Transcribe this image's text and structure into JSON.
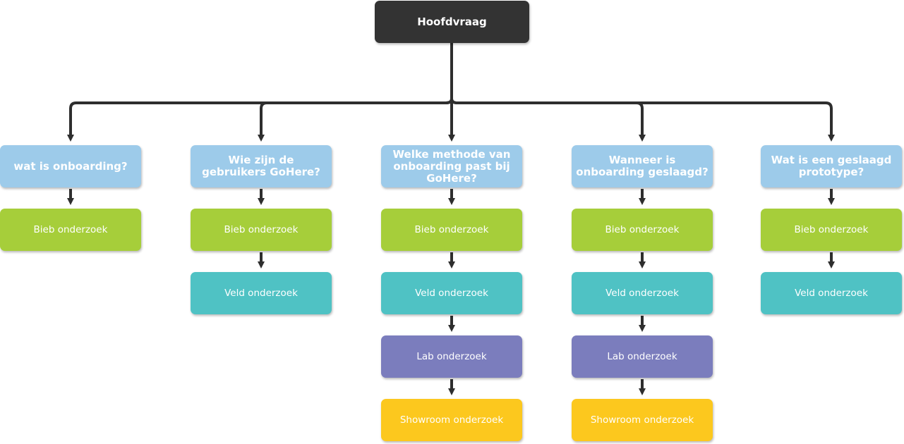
{
  "root": {
    "label": "Hoofdvraag",
    "color": "#333333"
  },
  "colors": {
    "question": "#9dcbea",
    "bieb": "#a6ce3a",
    "veld": "#4fc2c4",
    "lab": "#7b7dbd",
    "showroom": "#fcc81e",
    "connector": "#2e2e2e"
  },
  "columns": [
    {
      "question": "wat is onboarding?",
      "methods": [
        "Bieb onderzoek"
      ]
    },
    {
      "question": "Wie zijn de gebruikers GoHere?",
      "methods": [
        "Bieb onderzoek",
        "Veld onderzoek"
      ]
    },
    {
      "question": "Welke methode van onboarding past bij GoHere?",
      "methods": [
        "Bieb onderzoek",
        "Veld onderzoek",
        "Lab onderzoek",
        "Showroom onderzoek"
      ]
    },
    {
      "question": "Wanneer is onboarding geslaagd?",
      "methods": [
        "Bieb onderzoek",
        "Veld onderzoek",
        "Lab onderzoek",
        "Showroom onderzoek"
      ]
    },
    {
      "question": "Wat is een geslaagd prototype?",
      "methods": [
        "Bieb onderzoek",
        "Veld onderzoek"
      ]
    }
  ]
}
